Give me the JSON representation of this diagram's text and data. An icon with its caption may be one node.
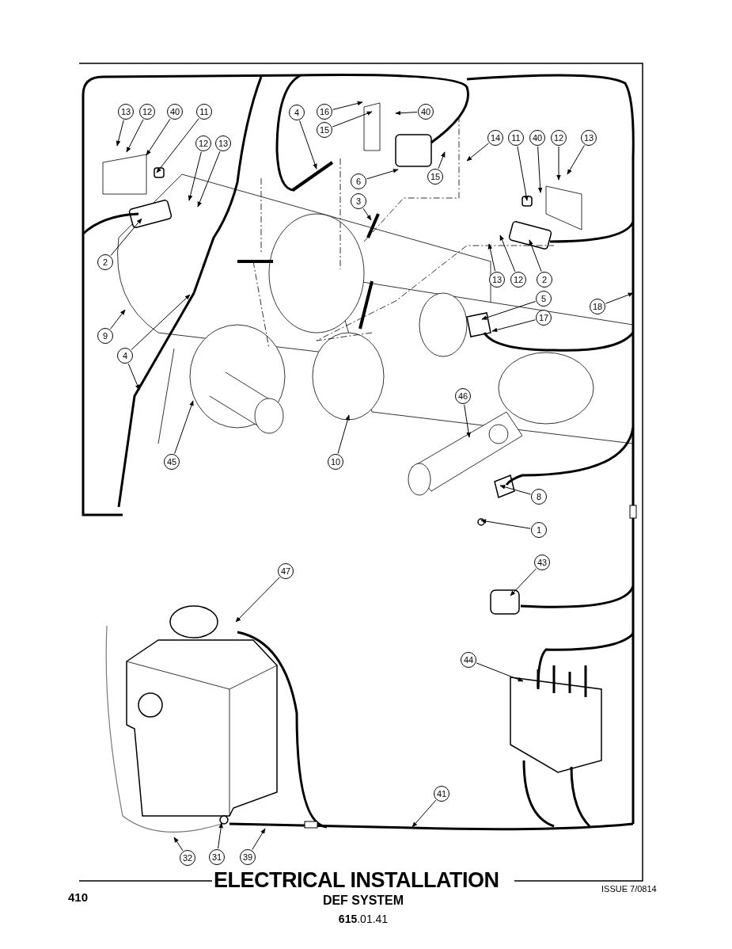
{
  "diagram": {
    "title": "ELECTRICAL INSTALLATION",
    "caption": "DEF SYSTEM",
    "nodes": [
      {
        "text": [
          "13"
        ]
      },
      {
        "text": [
          "12"
        ]
      },
      {
        "text": [
          "40"
        ]
      },
      {
        "text": [
          "11"
        ]
      },
      {
        "text": [
          "4"
        ]
      },
      {
        "text": [
          "16"
        ]
      },
      {
        "text": [
          "15"
        ]
      },
      {
        "text": [
          "40"
        ]
      },
      {
        "text": [
          "14"
        ]
      },
      {
        "text": [
          "11"
        ]
      },
      {
        "text": [
          "40"
        ]
      },
      {
        "text": [
          "12"
        ]
      },
      {
        "text": [
          "13"
        ]
      },
      {
        "text": [
          "12"
        ]
      },
      {
        "text": [
          "13"
        ]
      },
      {
        "text": [
          "6"
        ]
      },
      {
        "text": [
          "15"
        ]
      },
      {
        "text": [
          "3"
        ]
      },
      {
        "text": [
          "2"
        ]
      },
      {
        "text": [
          "13"
        ]
      },
      {
        "text": [
          "12"
        ]
      },
      {
        "text": [
          "2"
        ]
      },
      {
        "text": [
          "5"
        ]
      },
      {
        "text": [
          "18"
        ]
      },
      {
        "text": [
          "17"
        ]
      },
      {
        "text": [
          "9"
        ]
      },
      {
        "text": [
          "4"
        ]
      },
      {
        "text": [
          "46"
        ]
      },
      {
        "text": [
          "45"
        ]
      },
      {
        "text": [
          "10"
        ]
      },
      {
        "text": [
          "8"
        ]
      },
      {
        "text": [
          "1"
        ]
      },
      {
        "text": [
          "47"
        ]
      },
      {
        "text": [
          "43"
        ]
      },
      {
        "text": [
          "44"
        ]
      },
      {
        "text": [
          "41"
        ]
      },
      {
        "text": [
          "32"
        ]
      },
      {
        "text": [
          "31"
        ]
      },
      {
        "text": [
          "39"
        ]
      }
    ],
    "edges": [
      {
        "from": 0,
        "to": null,
        "arrow": "to"
      },
      {
        "from": 1,
        "to": null,
        "arrow": "to"
      },
      {
        "from": 2,
        "to": null,
        "arrow": "to"
      },
      {
        "from": 3,
        "to": null,
        "arrow": "to"
      },
      {
        "from": 4,
        "to": null,
        "arrow": "to"
      },
      {
        "from": 5,
        "to": null,
        "arrow": "to"
      },
      {
        "from": 6,
        "to": null,
        "arrow": "to"
      },
      {
        "from": 7,
        "to": null,
        "arrow": "to"
      },
      {
        "from": 8,
        "to": null,
        "arrow": "to"
      },
      {
        "from": 9,
        "to": null,
        "arrow": "to"
      },
      {
        "from": 10,
        "to": null,
        "arrow": "to"
      },
      {
        "from": 11,
        "to": null,
        "arrow": "to"
      },
      {
        "from": 12,
        "to": null,
        "arrow": "to"
      },
      {
        "from": 13,
        "to": null,
        "arrow": "to"
      },
      {
        "from": 14,
        "to": null,
        "arrow": "to"
      },
      {
        "from": 15,
        "to": null,
        "arrow": "to"
      },
      {
        "from": 16,
        "to": null,
        "arrow": "to"
      },
      {
        "from": 17,
        "to": null,
        "arrow": "to"
      },
      {
        "from": 18,
        "to": null,
        "arrow": "to"
      },
      {
        "from": 19,
        "to": null,
        "arrow": "to"
      },
      {
        "from": 20,
        "to": null,
        "arrow": "to"
      },
      {
        "from": 21,
        "to": null,
        "arrow": "to"
      },
      {
        "from": 22,
        "to": null,
        "arrow": "to"
      },
      {
        "from": 23,
        "to": null,
        "arrow": "to"
      },
      {
        "from": 24,
        "to": null,
        "arrow": "to"
      },
      {
        "from": 25,
        "to": null,
        "arrow": "to"
      },
      {
        "from": 26,
        "to": null,
        "arrow": "to"
      },
      {
        "from": 26,
        "to": null,
        "arrow": "to"
      },
      {
        "from": 27,
        "to": null,
        "arrow": "to"
      },
      {
        "from": 28,
        "to": null,
        "arrow": "to"
      },
      {
        "from": 29,
        "to": null,
        "arrow": "to"
      },
      {
        "from": 30,
        "to": null,
        "arrow": "to"
      },
      {
        "from": 31,
        "to": null,
        "arrow": "to"
      },
      {
        "from": 32,
        "to": null,
        "arrow": "to"
      },
      {
        "from": 33,
        "to": null,
        "arrow": "to"
      },
      {
        "from": 34,
        "to": null,
        "arrow": "to"
      },
      {
        "from": 35,
        "to": null,
        "arrow": "to"
      },
      {
        "from": 36,
        "to": null,
        "arrow": "to"
      },
      {
        "from": 37,
        "to": null,
        "arrow": "to"
      },
      {
        "from": 38,
        "to": null,
        "arrow": "to"
      }
    ],
    "labels": [
      "410",
      "ISSUE 7/0814",
      "**615**.01.41"
    ]
  }
}
